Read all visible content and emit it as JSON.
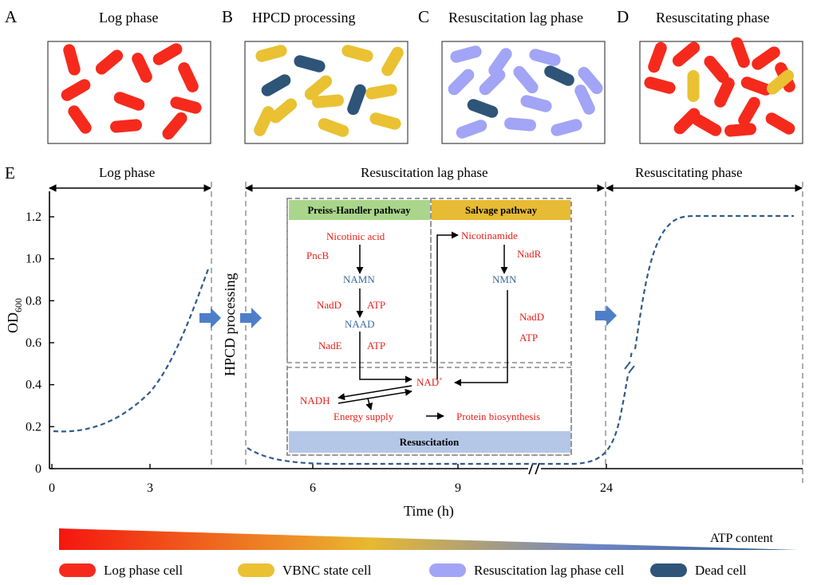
{
  "panels": {
    "a": {
      "letter": "A",
      "title": "Log phase"
    },
    "b": {
      "letter": "B",
      "title": "HPCD processing"
    },
    "c": {
      "letter": "C",
      "title": "Resuscitation lag phase"
    },
    "d": {
      "letter": "D",
      "title": "Resuscitating phase"
    }
  },
  "colors": {
    "log_cell": "#f52a1c",
    "vbnc_cell": "#e9c132",
    "lag_cell": "#a2a4f6",
    "dead_cell": "#2e5478",
    "curve": "#2e5a8a",
    "arrow_blue": "#4f7ec9",
    "pathway_red": "#e8211b",
    "pathway_blue": "#3b6a9c",
    "preiss_bg": "#a9d68b",
    "salvage_bg": "#e7bb33",
    "resus_bg": "#b4c7e7"
  },
  "graph": {
    "letter": "E",
    "phase_log": "Log phase",
    "phase_lag": "Resuscitation lag phase",
    "phase_resus": "Resuscitating phase",
    "hpcd_label": "HPCD processing",
    "ylabel_main": "OD",
    "ylabel_sub": "600",
    "xlabel": "Time (h)",
    "y_ticks": [
      "0",
      "0.2",
      "0.4",
      "0.6",
      "0.8",
      "1.0",
      "1.2"
    ],
    "x_ticks": [
      "0",
      "3",
      "6",
      "9",
      "24"
    ]
  },
  "pathway": {
    "preiss_title": "Preiss-Handler pathway",
    "salvage_title": "Salvage pathway",
    "resus_title": "Resuscitation",
    "nicotinic_acid": "Nicotinic acid",
    "pncb": "PncB",
    "namn": "NAMN",
    "nadd1": "NadD",
    "atp1": "ATP",
    "naad": "NAAD",
    "nade": "NadE",
    "atp2": "ATP",
    "nicotinamide": "Nicotinamide",
    "nadr": "NadR",
    "nmn": "NMN",
    "nadd2": "NadD",
    "atp3": "ATP",
    "nad_plus": "NAD",
    "nad_sup": "+",
    "nadh": "NADH",
    "energy": "Energy supply",
    "protein": "Protein biosynthesis"
  },
  "atp_bar": {
    "label": "ATP content"
  },
  "legend": [
    {
      "label": "Log phase cell",
      "color": "#f52a1c"
    },
    {
      "label": "VBNC state cell",
      "color": "#e9c132"
    },
    {
      "label": "Resuscitation lag phase cell",
      "color": "#a2a4f6"
    },
    {
      "label": "Dead cell",
      "color": "#2e5478"
    }
  ]
}
